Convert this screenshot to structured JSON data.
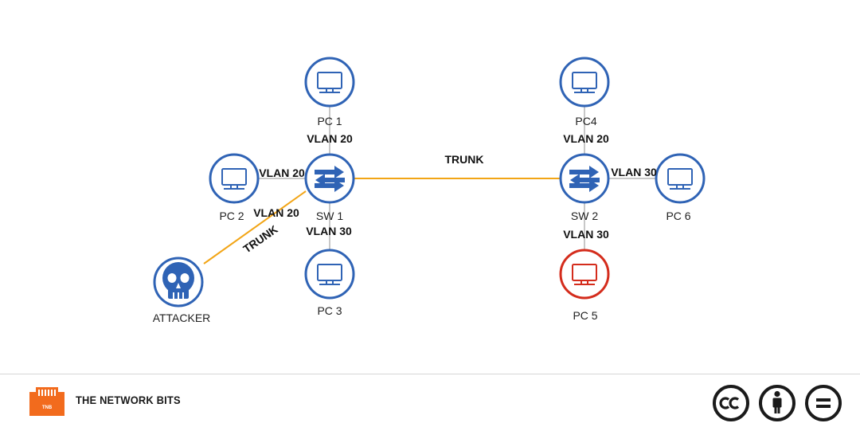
{
  "colors": {
    "blue": "#2f63b5",
    "red": "#d42c1c",
    "trunk": "#f2a516",
    "access": "#c8c8c8",
    "brand_orange": "#f26b1d"
  },
  "nodes": {
    "pc1": {
      "label": "PC 1",
      "icon": "monitor-icon"
    },
    "pc2": {
      "label": "PC 2",
      "icon": "monitor-icon"
    },
    "pc3": {
      "label": "PC 3",
      "icon": "monitor-icon"
    },
    "pc4": {
      "label": "PC4",
      "icon": "monitor-icon"
    },
    "pc5": {
      "label": "PC 5",
      "icon": "monitor-icon"
    },
    "pc6": {
      "label": "PC 6",
      "icon": "monitor-icon"
    },
    "sw1": {
      "label": "SW 1",
      "icon": "switch-icon"
    },
    "sw2": {
      "label": "SW 2",
      "icon": "switch-icon"
    },
    "attacker": {
      "label": "ATTACKER",
      "icon": "skull-icon"
    }
  },
  "links": {
    "sw1_pc1": "VLAN 20",
    "sw1_pc2": "VLAN 20",
    "sw1_attacker": "VLAN 20",
    "sw1_pc3": "VLAN 30",
    "sw1_sw2": "TRUNK",
    "attacker_trunk": "TRUNK",
    "sw2_pc4": "VLAN 20",
    "sw2_pc6": "VLAN 30",
    "sw2_pc5": "VLAN 30"
  },
  "footer": {
    "logo_text": "TNB",
    "brand": "THE NETWORK BITS",
    "license_icons": [
      "cc-icon",
      "by-icon",
      "nd-icon"
    ]
  }
}
